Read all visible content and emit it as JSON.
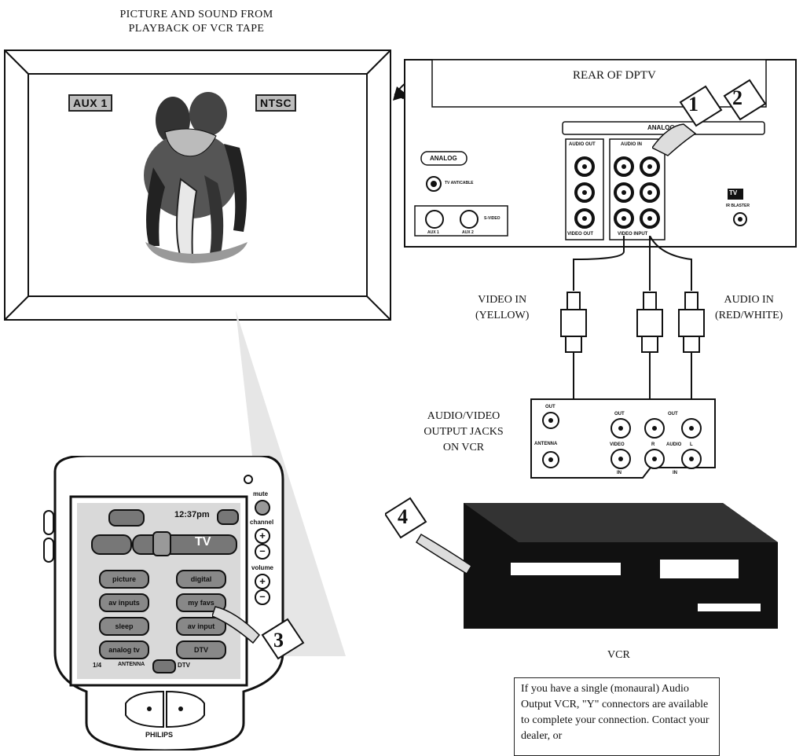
{
  "tv_screen": {
    "caption_line1": "PICTURE AND SOUND FROM",
    "caption_line2": "PLAYBACK OF VCR TAPE",
    "badge_left": "AUX 1",
    "badge_right": "NTSC"
  },
  "dptv_rear": {
    "title": "REAR OF DPTV",
    "analog_header": "ANALOG",
    "analog_button": "ANALOG",
    "audio_out_label": "AUDIO OUT",
    "audio_in_label": "AUDIO IN",
    "video_out_label": "VIDEO OUT",
    "video_input_label": "VIDEO INPUT",
    "tv_antenna_label": "TV ANT/CABLE",
    "svideo_label": "S-VIDEO",
    "aux1_label": "AUX 1",
    "aux2_label": "AUX 2",
    "ir_blaster_label": "IR BLASTER",
    "tv_icon_label": "TV"
  },
  "cables": {
    "video_in_line1": "VIDEO IN",
    "video_in_line2": "(YELLOW)",
    "audio_in_line1": "AUDIO IN",
    "audio_in_line2": "(RED/WHITE)"
  },
  "vcr_jacks": {
    "label_line1": "AUDIO/VIDEO",
    "label_line2": "OUTPUT JACKS",
    "label_line3": "ON VCR",
    "out_label": "OUT",
    "antenna_label": "ANTENNA",
    "video_label": "VIDEO",
    "audio_label": "AUDIO",
    "r_label": "R",
    "l_label": "L",
    "in_label": "IN"
  },
  "vcr": {
    "label": "VCR"
  },
  "steps": [
    "1",
    "2",
    "3",
    "4"
  ],
  "remote": {
    "time": "12:37pm",
    "tv_label": "TV",
    "mute_label": "mute",
    "channel_label": "channel",
    "volume_label": "volume",
    "buttons_left": [
      "picture",
      "av inputs",
      "sleep",
      "analog tv"
    ],
    "buttons_right": [
      "digital",
      "my favs",
      "av input",
      "DTV"
    ],
    "bottom_left": "1/4",
    "bottom_mid": "ANTENNA",
    "bottom_right": "DTV",
    "brand": "PHILIPS"
  },
  "note": {
    "text": "If you have a single (monaural) Audio Output VCR, \"Y\" connectors are available to complete your connection. Contact your dealer, or"
  }
}
